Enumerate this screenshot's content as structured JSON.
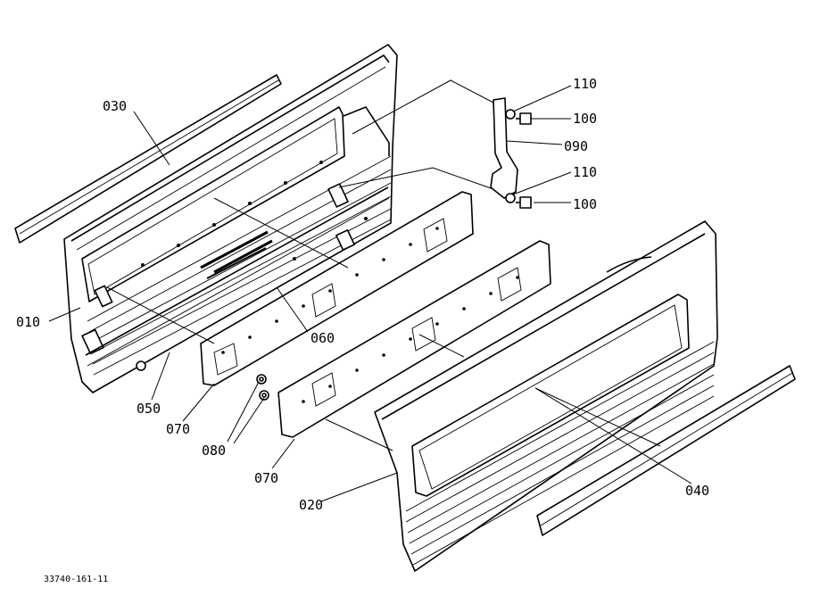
{
  "drawing_number": "33740-161-11",
  "callouts": [
    {
      "id": "010",
      "label": "010"
    },
    {
      "id": "020",
      "label": "020"
    },
    {
      "id": "030",
      "label": "030"
    },
    {
      "id": "040",
      "label": "040"
    },
    {
      "id": "050",
      "label": "050"
    },
    {
      "id": "060",
      "label": "060"
    },
    {
      "id": "070a",
      "label": "070"
    },
    {
      "id": "070b",
      "label": "070"
    },
    {
      "id": "080",
      "label": "080"
    },
    {
      "id": "090",
      "label": "090"
    },
    {
      "id": "100a",
      "label": "100"
    },
    {
      "id": "100b",
      "label": "100"
    },
    {
      "id": "110a",
      "label": "110"
    },
    {
      "id": "110b",
      "label": "110"
    }
  ]
}
